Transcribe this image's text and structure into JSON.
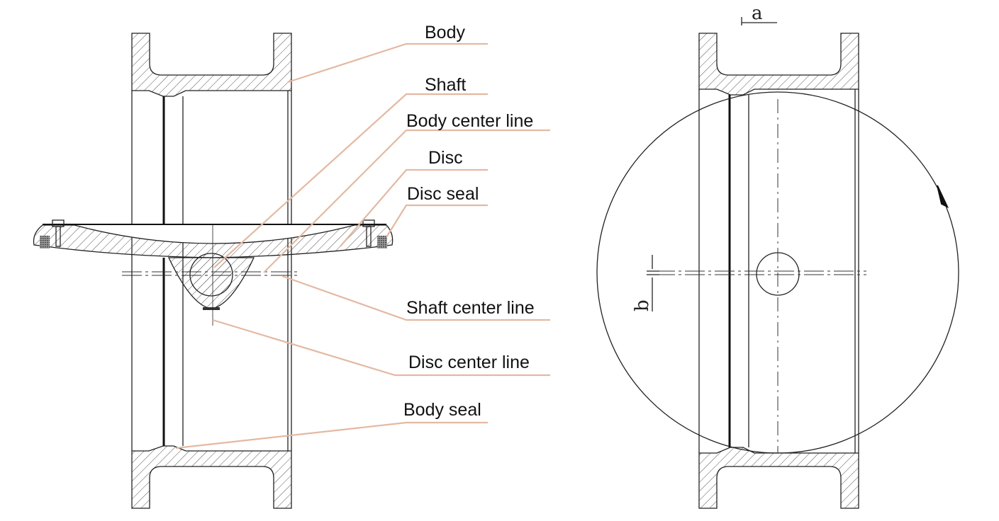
{
  "title": "Check valve cross-section diagram",
  "labels": {
    "body": "Body",
    "shaft": "Shaft",
    "body_center_line": "Body center line",
    "disc": "Disc",
    "disc_seal": "Disc seal",
    "shaft_center_line": "Shaft center line",
    "disc_center_line": "Disc center line",
    "body_seal": "Body seal"
  },
  "dimensions": {
    "a": "a",
    "b": "b"
  },
  "colors": {
    "leader": "#e3b9a2",
    "drawing": "#222222"
  }
}
